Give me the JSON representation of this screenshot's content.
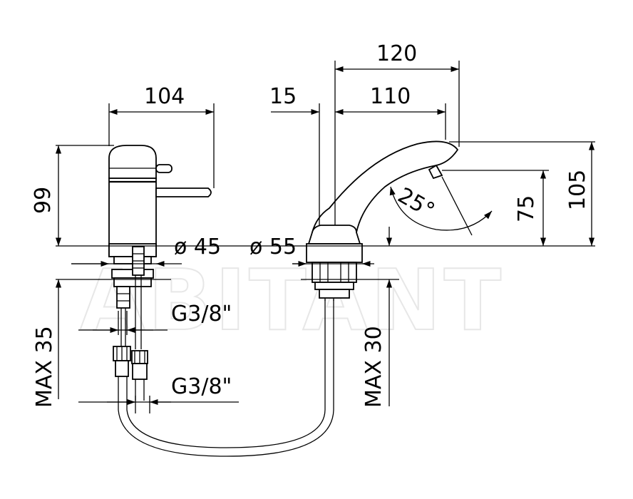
{
  "watermark": "ABITANT",
  "dimensions": {
    "top_width_left": "104",
    "spout_width": "120",
    "spout_offset": "15",
    "spout_reach": "110",
    "left_height": "99",
    "right_height": "105",
    "aerator_height": "75",
    "angle": "25°",
    "diameter_left": "ø 45",
    "diameter_right": "ø 55",
    "thread_upper": "G3/8\"",
    "thread_lower": "G3/8\"",
    "max_left": "MAX 35",
    "max_right": "MAX 30"
  }
}
